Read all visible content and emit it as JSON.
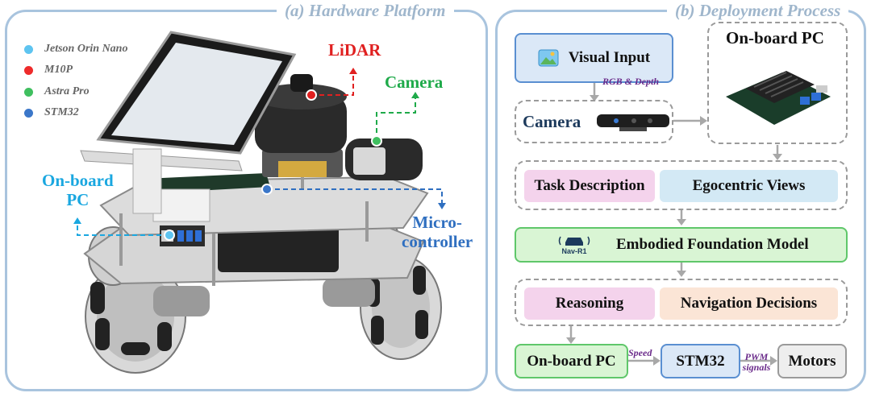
{
  "left_panel": {
    "title": "(a) Hardware Platform",
    "legend": [
      {
        "label": "Jetson Orin Nano",
        "color": "#5ec4f0"
      },
      {
        "label": "M10P",
        "color": "#ee2b2b"
      },
      {
        "label": "Astra Pro",
        "color": "#3fbf5f"
      },
      {
        "label": "STM32",
        "color": "#3b77c9"
      }
    ],
    "callouts": {
      "lidar": "LiDAR",
      "camera": "Camera",
      "onboard_pc_line1": "On-board",
      "onboard_pc_line2": "PC",
      "micro_line1": "Micro-",
      "micro_line2": "controller"
    },
    "colors": {
      "lidar": "#e02020",
      "camera": "#1faa4a",
      "pc": "#1aa7e0",
      "micro": "#2f6fc0"
    }
  },
  "right_panel": {
    "title": "(b) Deployment Process",
    "visual_input": "Visual Input",
    "rgb_depth": "RGB & Depth",
    "camera": "Camera",
    "onboard_pc_title": "On-board PC",
    "task_description": "Task Description",
    "egocentric_views": "Egocentric Views",
    "model_logo": "Nav-R1",
    "model": "Embodied Foundation Model",
    "reasoning": "Reasoning",
    "navigation_decisions": "Navigation Decisions",
    "bottom_pc": "On-board PC",
    "speed": "Speed",
    "stm32": "STM32",
    "pwm_line1": "PWM",
    "pwm_line2": "signals",
    "motors": "Motors"
  }
}
